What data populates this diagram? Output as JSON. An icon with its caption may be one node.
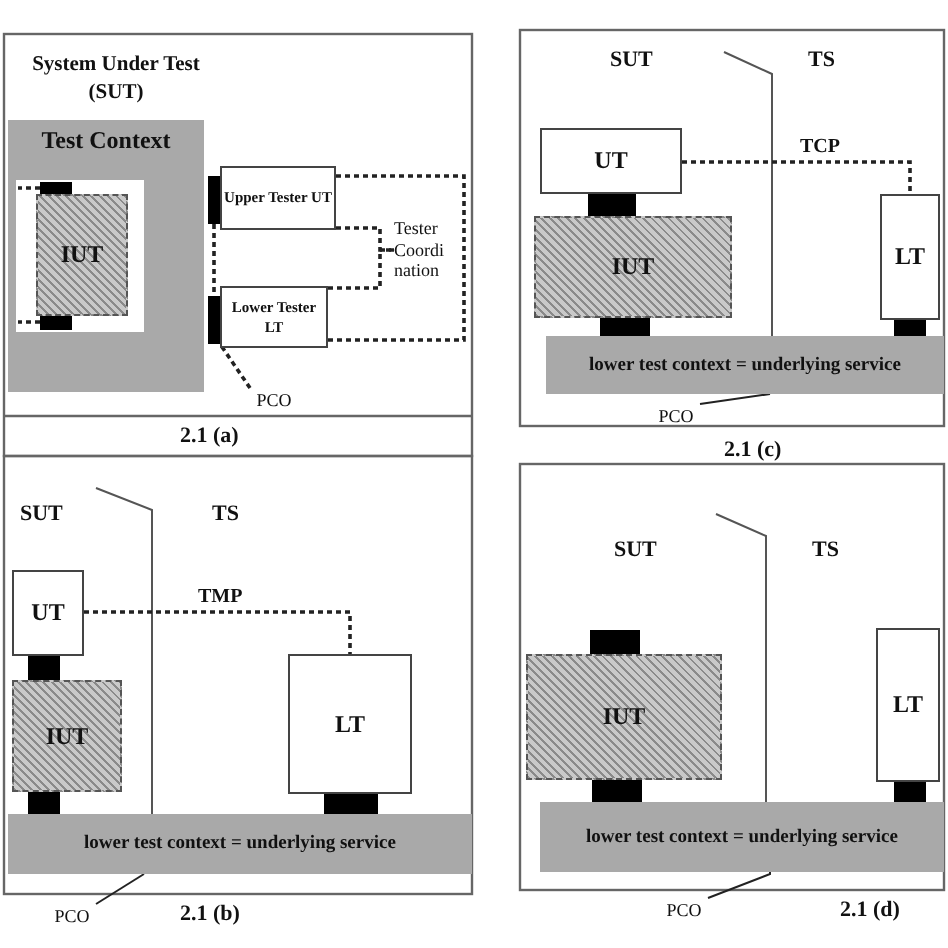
{
  "diagram": {
    "nodes": [
      {
        "text": [
          "Test Context"
        ]
      },
      {
        "text": [
          "IUT"
        ],
        "in": 0
      },
      {
        "text": [
          "Upper Tester UT"
        ]
      },
      {
        "text": [
          "Lower Tester LT"
        ]
      },
      {
        "text": [
          "Tester Coordi nation"
        ]
      },
      {
        "text": [],
        "shape": "bar",
        "in": 0
      },
      {
        "text": [],
        "shape": "bar",
        "in": 0
      },
      {
        "text": [],
        "shape": "bar"
      },
      {
        "text": [],
        "shape": "bar"
      },
      {
        "text": [
          "PCO"
        ]
      },
      {
        "text": [
          "UT"
        ]
      },
      {
        "text": [
          "IUT"
        ]
      },
      {
        "text": [
          "LT"
        ]
      },
      {
        "text": [
          "lower test context = underlying service"
        ]
      },
      {
        "text": [],
        "shape": "bar"
      },
      {
        "text": [],
        "shape": "bar"
      },
      {
        "text": [],
        "shape": "bar"
      },
      {
        "text": [
          "PCO"
        ]
      },
      {
        "text": [
          "UT"
        ]
      },
      {
        "text": [
          "IUT"
        ]
      },
      {
        "text": [
          "LT"
        ]
      },
      {
        "text": [
          "lower test context = underlying service"
        ]
      },
      {
        "text": [],
        "shape": "bar"
      },
      {
        "text": [],
        "shape": "bar"
      },
      {
        "text": [],
        "shape": "bar"
      },
      {
        "text": [
          "PCO"
        ]
      },
      {
        "text": [
          "IUT"
        ]
      },
      {
        "text": [
          "LT"
        ]
      },
      {
        "text": [
          "lower test context = underlying service"
        ]
      },
      {
        "text": [],
        "shape": "bar"
      },
      {
        "text": [],
        "shape": "bar"
      },
      {
        "text": [],
        "shape": "bar"
      },
      {
        "text": [
          "PCO"
        ]
      }
    ],
    "edges": [
      {
        "from": 2,
        "to": 4,
        "arrow": "none",
        "style": "dashed"
      },
      {
        "from": 3,
        "to": 4,
        "arrow": "none",
        "style": "dashed"
      },
      {
        "from": 2,
        "to": 3,
        "arrow": "none",
        "style": "dashed"
      },
      {
        "from": 7,
        "to": 8,
        "arrow": "none",
        "style": "dashed"
      },
      {
        "from": 5,
        "to": null,
        "arrow": "none",
        "style": "dashed"
      },
      {
        "from": 6,
        "to": null,
        "arrow": "none",
        "style": "dashed"
      },
      {
        "from": 9,
        "to": 8,
        "arrow": "none",
        "style": "dashed"
      },
      {
        "from": 10,
        "to": 12,
        "arrow": "none",
        "style": "dashed",
        "label": "TCP"
      },
      {
        "from": 17,
        "to": 13,
        "arrow": "none"
      },
      {
        "from": 18,
        "to": 20,
        "arrow": "none",
        "style": "dashed",
        "label": "TMP"
      },
      {
        "from": 25,
        "to": 21,
        "arrow": "none"
      },
      {
        "from": 32,
        "to": 28,
        "arrow": "none"
      }
    ],
    "labels": [
      "System Under Test (SUT)",
      "2.1 (a)",
      "SUT",
      "TS",
      "2.1 (c)",
      "SUT",
      "TS",
      "2.1 (b)",
      "SUT",
      "TS",
      "2.1 (d)"
    ]
  }
}
